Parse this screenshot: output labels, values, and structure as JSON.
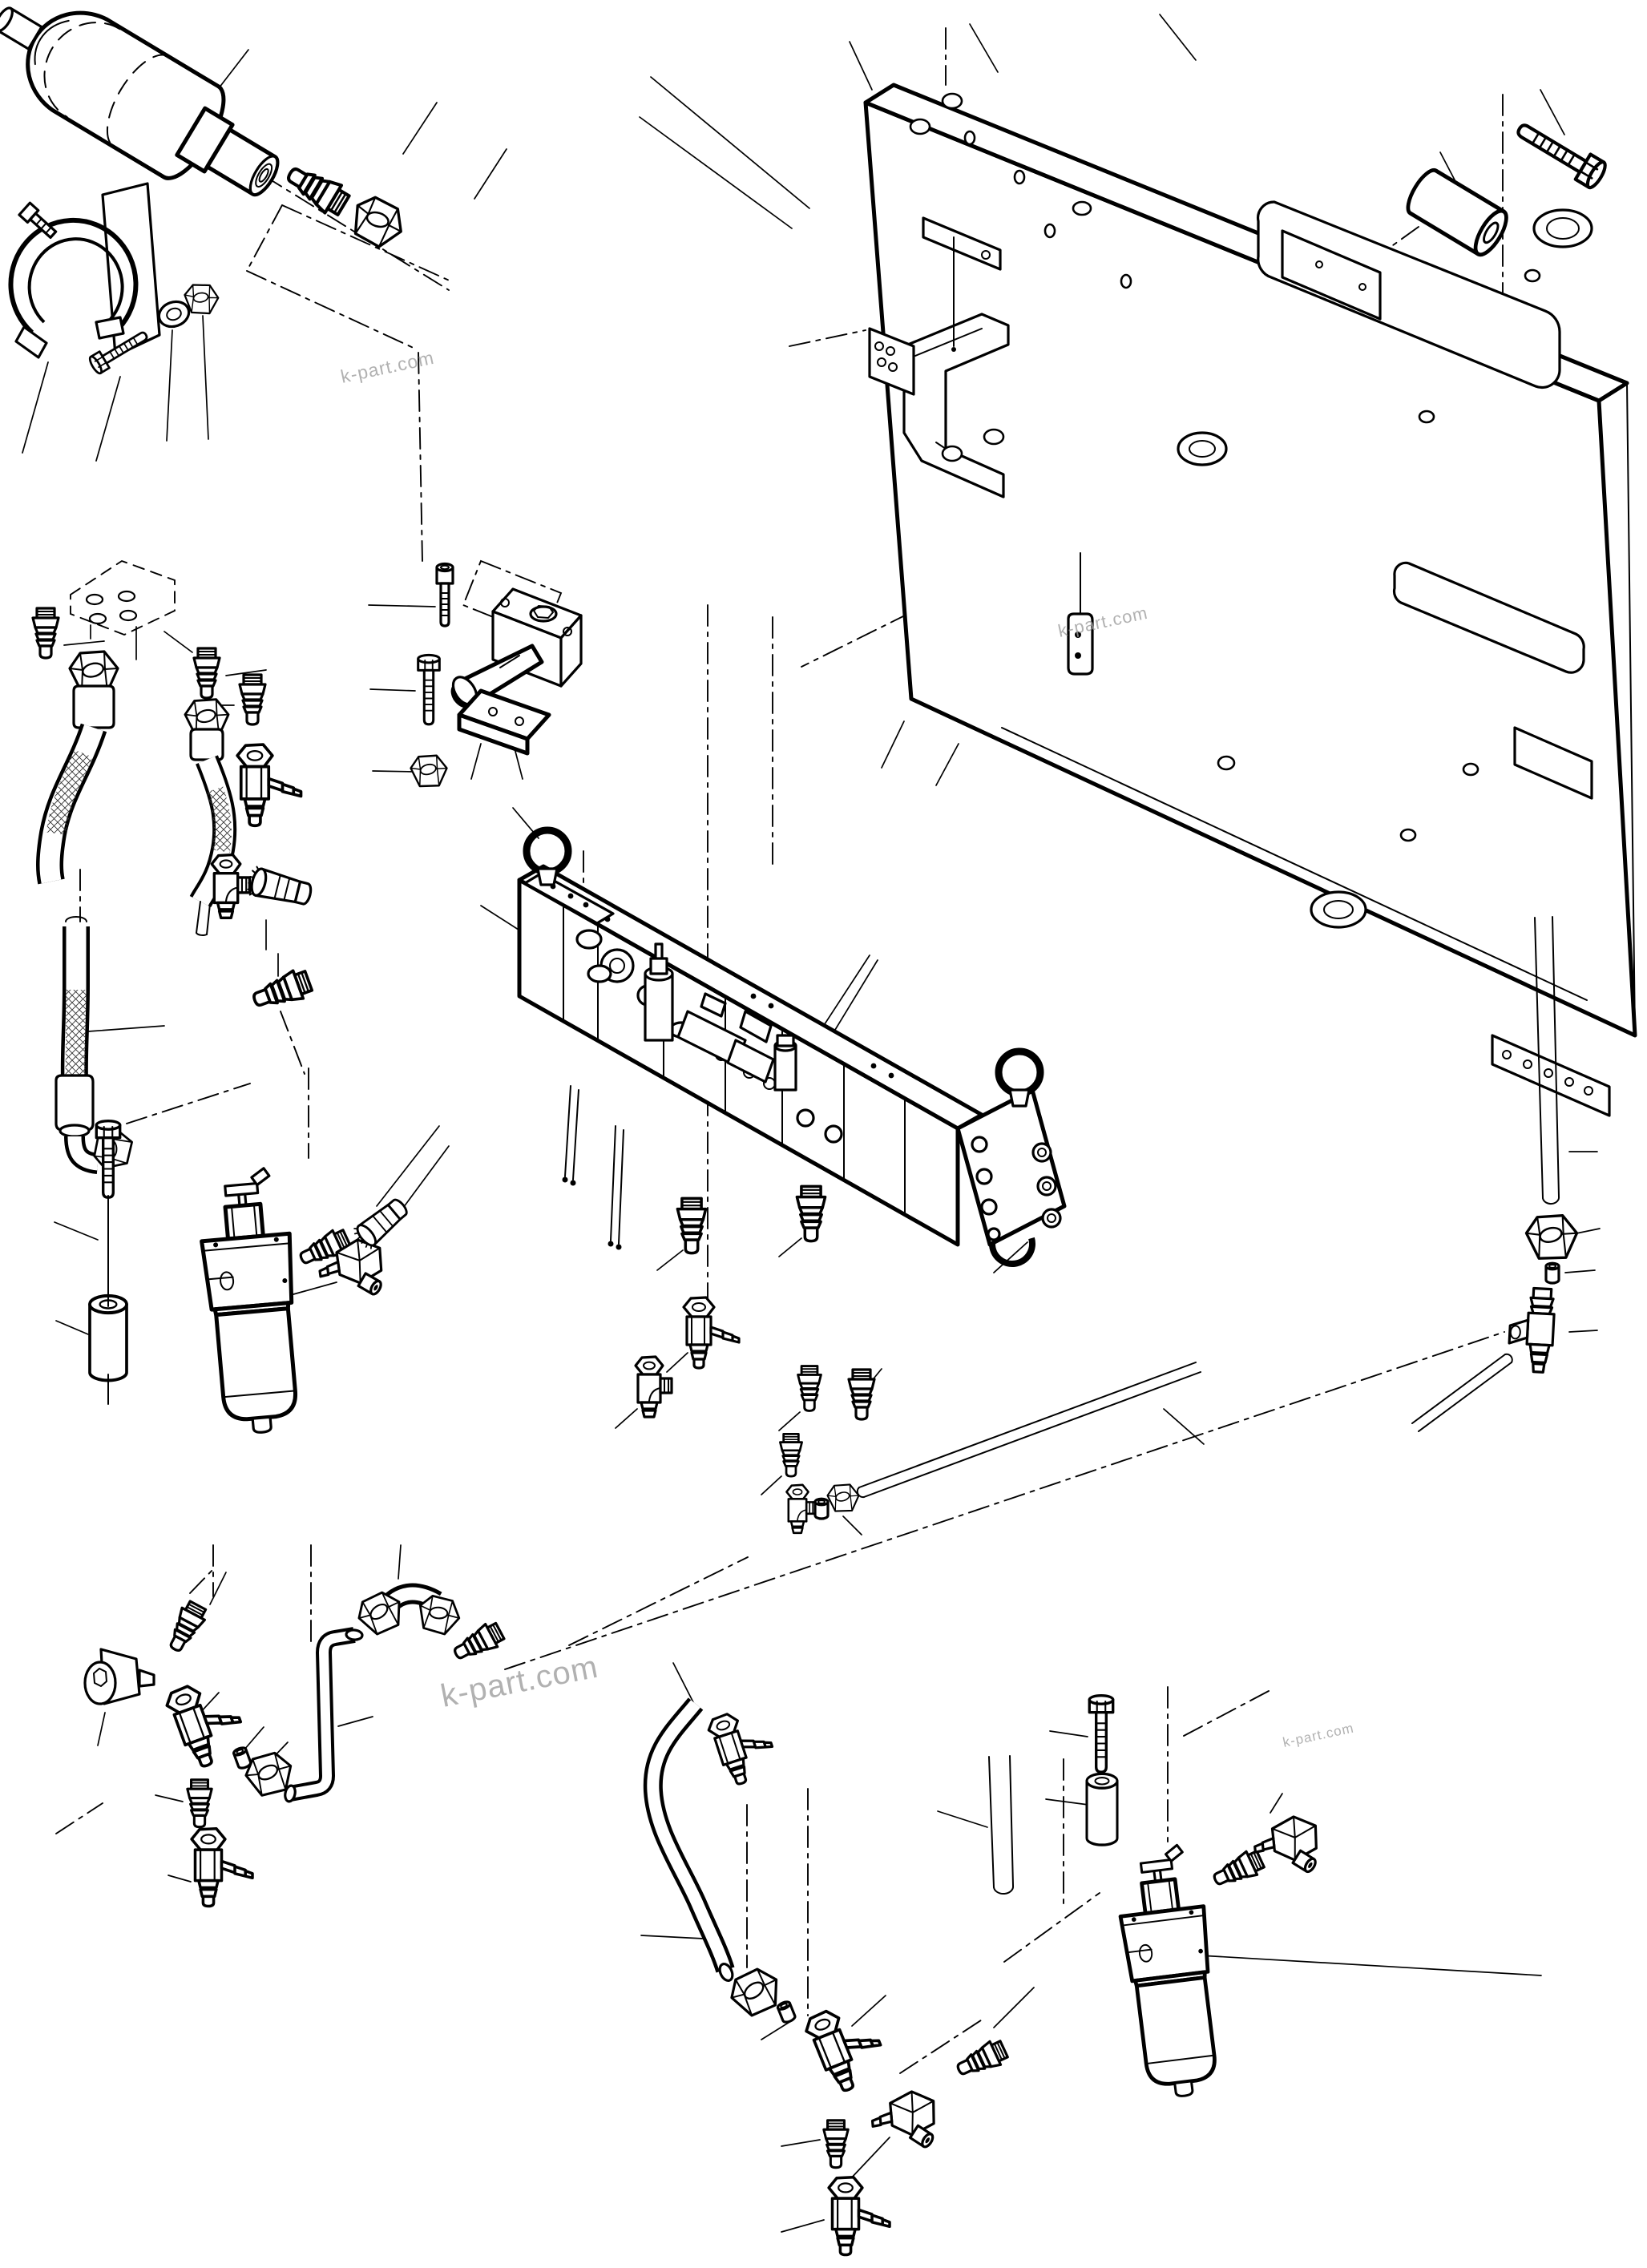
{
  "page": {
    "background_color": "#ffffff",
    "line_color": "#000000",
    "watermark_color": "#9e9e9e"
  },
  "watermarks": [
    {
      "id": "top-left",
      "text": "k-part.com"
    },
    {
      "id": "plate-area",
      "text": "k-part.com"
    },
    {
      "id": "bottom-left",
      "text": "k-part.com"
    },
    {
      "id": "bottom-right",
      "text": "k-part.com"
    }
  ],
  "diagram": {
    "type": "exploded-parts-diagram",
    "subject": "hydraulic valve manifold, accumulator, filters, hoses and fittings with mounting plate",
    "parts": [
      "accumulator",
      "accumulator-clamp",
      "clamp-bolt",
      "clamp-washer",
      "clamp-nut",
      "port-adapter",
      "port-nut",
      "mounting-plate",
      "plate-bracket",
      "plate-spacer",
      "plate-bolt",
      "pilot-valve-block",
      "solenoid-cylinder",
      "cap-screw",
      "hex-bolt",
      "hex-nut",
      "port-plate",
      "hose-assembly",
      "tee-fitting",
      "elbow-fitting",
      "needle-valve",
      "valve-manifold",
      "lifting-eye",
      "manifold-end-plate",
      "straight-adapter",
      "ferrule",
      "union-nut",
      "pressure-filter",
      "filter-bolt",
      "filter-spacer",
      "banjo-valve",
      "bent-tube",
      "steel-tube",
      "hose-elbow-end"
    ]
  }
}
